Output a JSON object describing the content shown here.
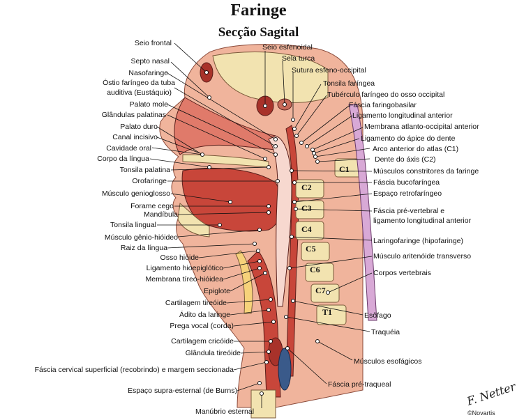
{
  "title": "Faringe",
  "subtitle": "Secção Sagital",
  "left_labels": [
    "Seio frontal",
    "Septo nasal",
    "Nasofaringe",
    "Óstio faríngeo da tuba",
    "auditiva (Eustáquio)",
    "Palato mole",
    "Glândulas palatinas",
    "Palato duro",
    "Canal incisivo",
    "Cavidade oral",
    "Corpo da língua",
    "Tonsila palatina",
    "Orofaringe",
    "Músculo genioglosso",
    "Forame cego",
    "Mandíbula",
    "Tonsila lingual",
    "Músculo gênio-hióideo",
    "Raiz da língua",
    "Osso hióide",
    "Ligamento hioepiglótico",
    "Membrana tíreo-hióidea",
    "Epiglote",
    "Cartilagem tireóide",
    "Ádito da laringe",
    "Prega vocal (corda)",
    "Cartilagem cricóide",
    "Glândula tireóide",
    "Fáscia cervical superficial (recobrindo) e margem seccionada",
    "Espaço supra-esternal (de Burns)",
    "Manúbrio esternal"
  ],
  "right_labels": [
    "Seio esfenoidal",
    "Sela turca",
    "Sutura esfeno-occipital",
    "Tonsila faríngea",
    "Tubérculo faríngeo do osso occipital",
    "Fáscia faringobasilar",
    "Ligamento longitudinal anterior",
    "Membrana atlanto-occipital anterior",
    "Ligamento do ápice do dente",
    "Arco anterior do atlas (C1)",
    "Dente do áxis (C2)",
    "Músculos constritores da faringe",
    "Fáscia bucofaríngea",
    "Espaço retrofaríngeo",
    "Fáscia pré-vertebral e",
    "ligamento longitudinal anterior",
    "Laringofaringe (hipofaringe)",
    "Músculo aritenóide transverso",
    "Corpos vertebrais",
    "Esôfago",
    "Traquéia",
    "Músculos esofágicos",
    "Fáscia pré-traqueal"
  ],
  "vertebrae": [
    "C1",
    "C2",
    "C3",
    "C4",
    "C5",
    "C6",
    "C7",
    "T1"
  ],
  "credit": {
    "signature": "F. Netter",
    "publisher": "©Novartis"
  },
  "colors": {
    "muscle": "#c8463a",
    "muscle_light": "#e07a6a",
    "bone": "#f2e3b0",
    "fat": "#f6d27a",
    "skin": "#f0b49c",
    "airway": "#f7d8cf",
    "outline": "#5a1e1a"
  }
}
